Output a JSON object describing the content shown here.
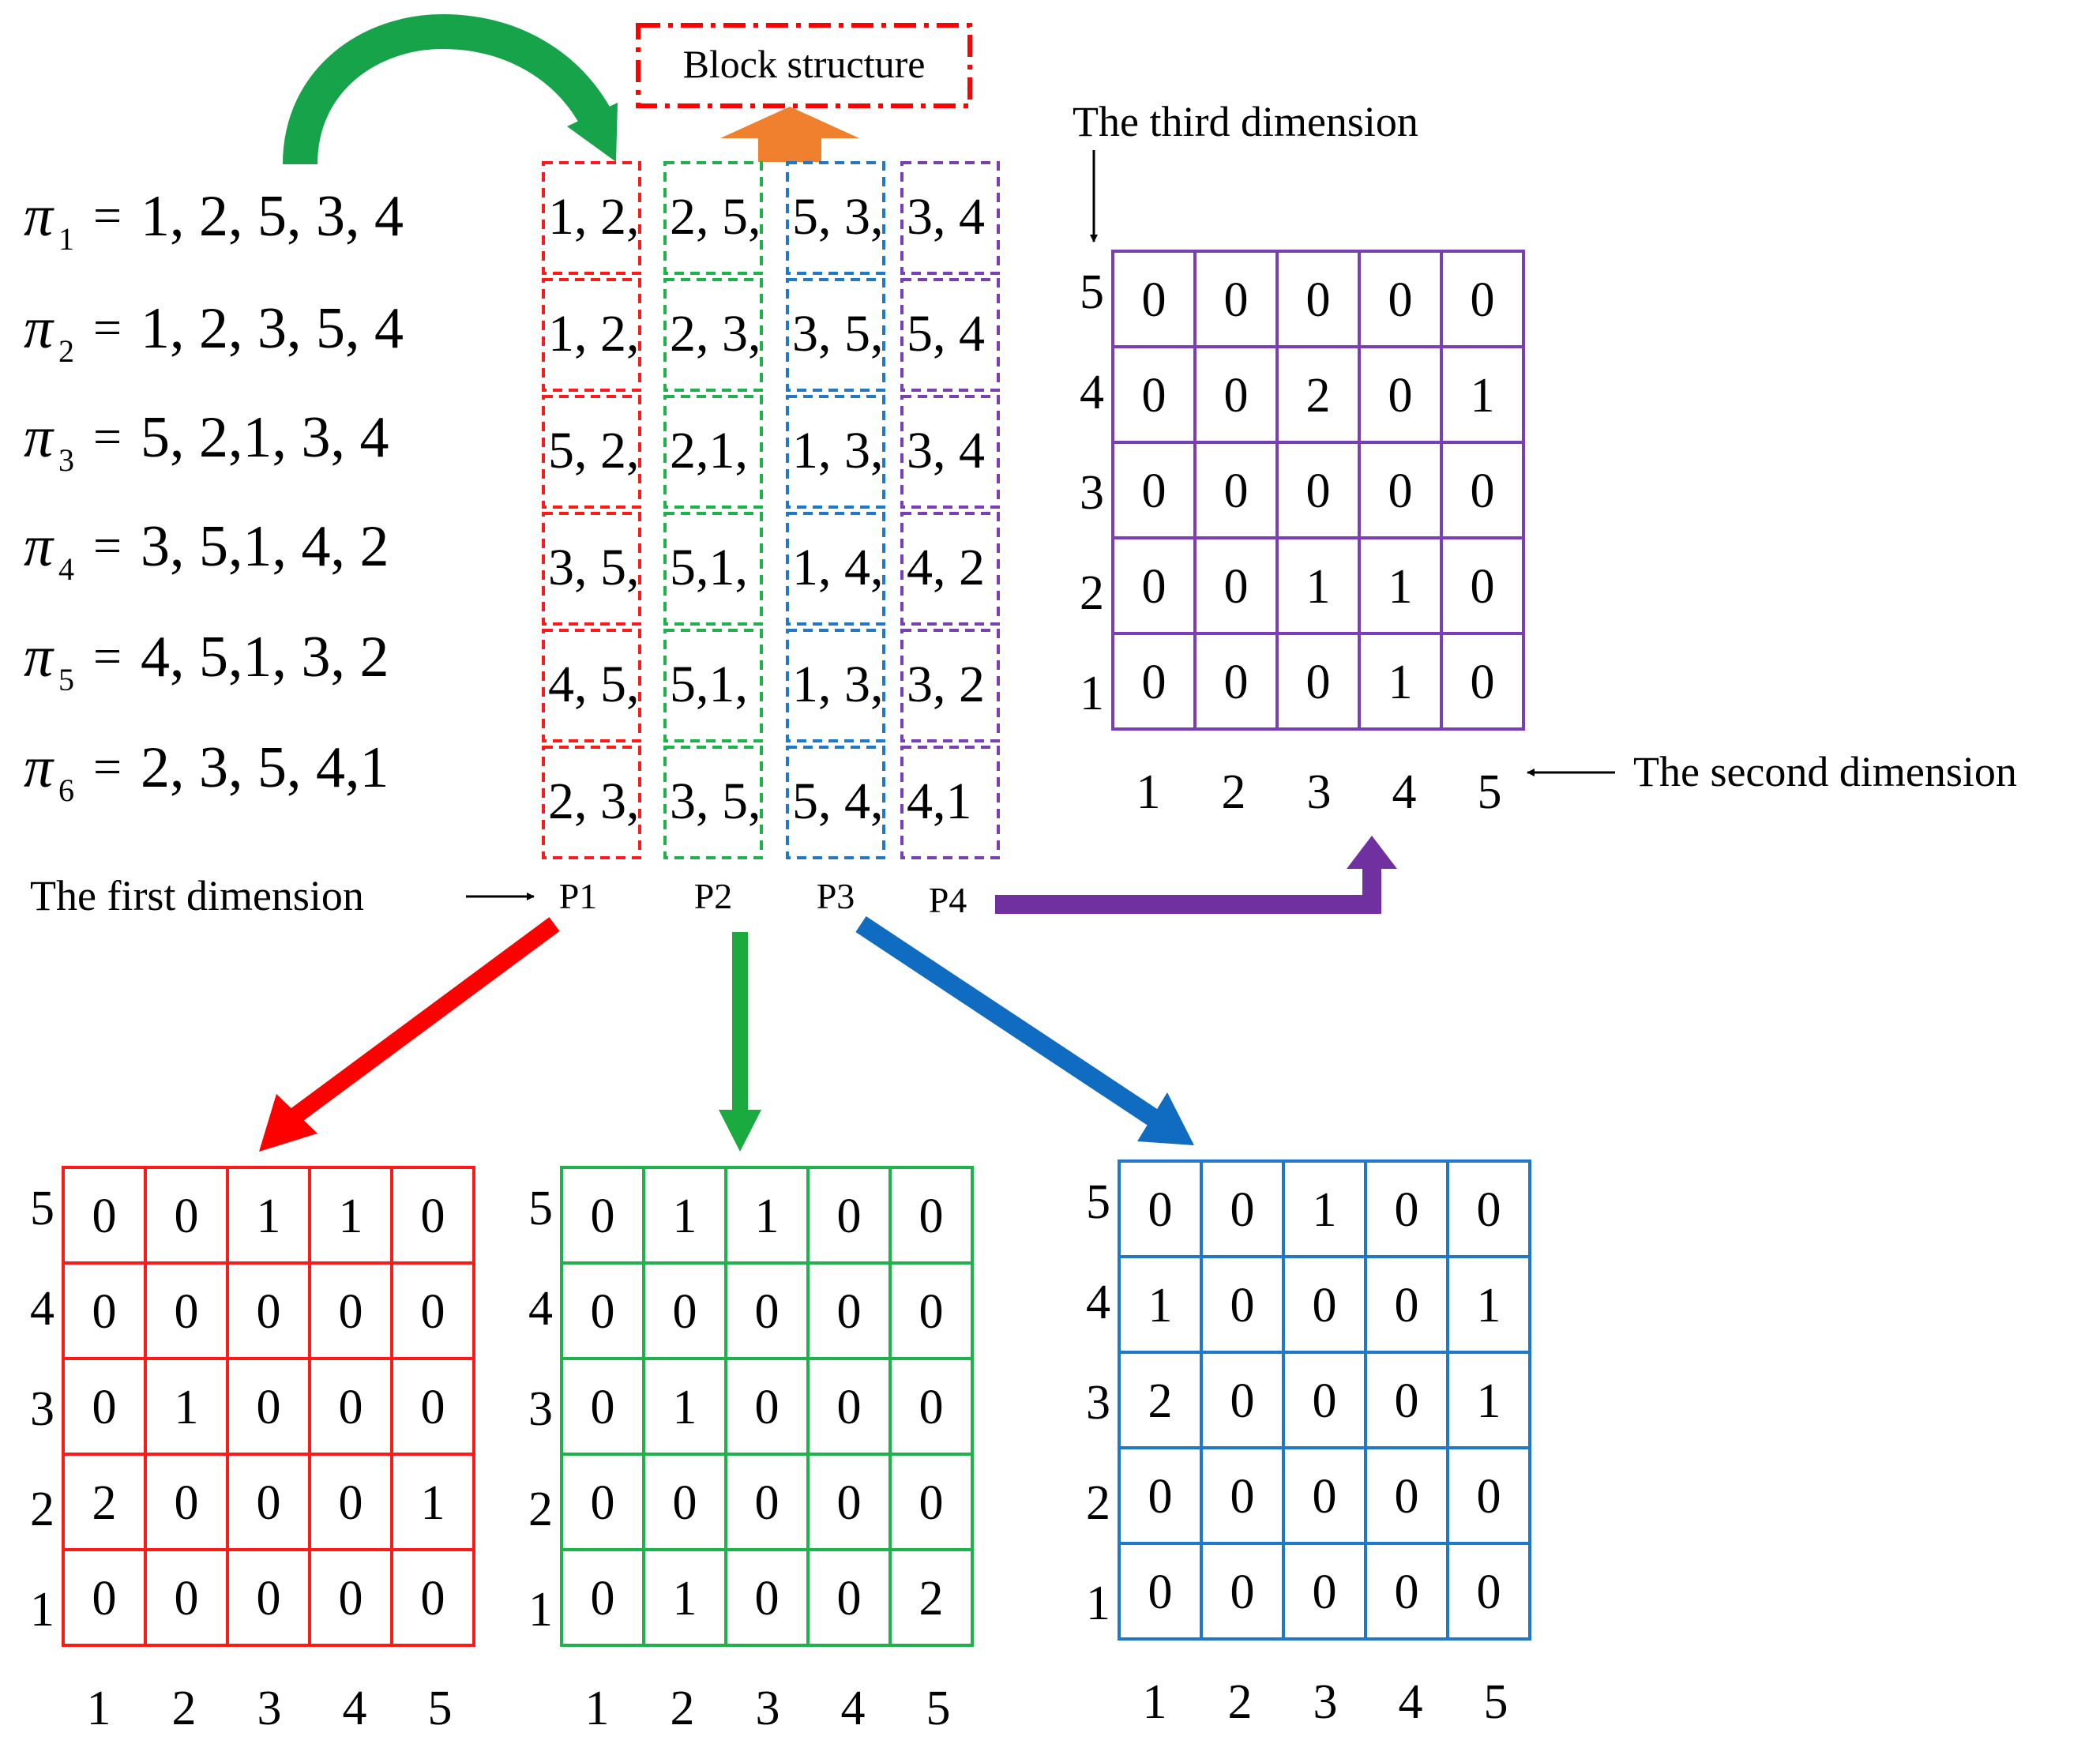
{
  "block_structure_label": "Block structure",
  "third_dimension_label": "The third dimension",
  "second_dimension_label": "The second dimension",
  "first_dimension_label": "The first dimension",
  "permutations": [
    {
      "symbol": "π",
      "index": "1",
      "sequence": "1, 2, 5, 3, 4"
    },
    {
      "symbol": "π",
      "index": "2",
      "sequence": "1, 2, 3, 5, 4"
    },
    {
      "symbol": "π",
      "index": "3",
      "sequence": "5, 2,1, 3, 4"
    },
    {
      "symbol": "π",
      "index": "4",
      "sequence": "3, 5,1, 4, 2"
    },
    {
      "symbol": "π",
      "index": "5",
      "sequence": "4, 5,1, 3, 2"
    },
    {
      "symbol": "π",
      "index": "6",
      "sequence": "2, 3, 5, 4,1"
    }
  ],
  "blocks": [
    {
      "name": "P1",
      "color": "#ff1a1a",
      "cells": [
        "1, 2,",
        "1, 2,",
        "5, 2,",
        "3, 5,",
        "4, 5,",
        "2, 3,"
      ]
    },
    {
      "name": "P2",
      "color": "#1db34a",
      "cells": [
        "2, 5,",
        "2, 3,",
        "2,1,",
        "5,1,",
        "5,1,",
        "3, 5,"
      ]
    },
    {
      "name": "P3",
      "color": "#1f78c8",
      "cells": [
        "5, 3,",
        "3, 5,",
        "1, 3,",
        "1, 4,",
        "1, 3,",
        "5, 4,"
      ]
    },
    {
      "name": "P4",
      "color": "#7b3fb5",
      "cells": [
        "3, 4",
        "5, 4",
        "3, 4",
        "4, 2",
        "3, 2",
        "4,1"
      ]
    }
  ],
  "arrow_colors": {
    "green_curve": "#16a34a",
    "orange": "#f07f2e",
    "red": "#ff0000",
    "green": "#1aaa40",
    "blue": "#0f6cc0",
    "purple": "#7030a0"
  },
  "matrices": [
    {
      "id": "P1",
      "color": "#ff1a1a",
      "row_labels": [
        "5",
        "4",
        "3",
        "2",
        "1"
      ],
      "col_labels": [
        "1",
        "2",
        "3",
        "4",
        "5"
      ],
      "rows": [
        [
          "0",
          "0",
          "1",
          "1",
          "0"
        ],
        [
          "0",
          "0",
          "0",
          "0",
          "0"
        ],
        [
          "0",
          "1",
          "0",
          "0",
          "0"
        ],
        [
          "2",
          "0",
          "0",
          "0",
          "1"
        ],
        [
          "0",
          "0",
          "0",
          "0",
          "0"
        ]
      ]
    },
    {
      "id": "P2",
      "color": "#1db34a",
      "row_labels": [
        "5",
        "4",
        "3",
        "2",
        "1"
      ],
      "col_labels": [
        "1",
        "2",
        "3",
        "4",
        "5"
      ],
      "rows": [
        [
          "0",
          "1",
          "1",
          "0",
          "0"
        ],
        [
          "0",
          "0",
          "0",
          "0",
          "0"
        ],
        [
          "0",
          "1",
          "0",
          "0",
          "0"
        ],
        [
          "0",
          "0",
          "0",
          "0",
          "0"
        ],
        [
          "0",
          "1",
          "0",
          "0",
          "2"
        ]
      ]
    },
    {
      "id": "P3",
      "color": "#1f78c8",
      "row_labels": [
        "5",
        "4",
        "3",
        "2",
        "1"
      ],
      "col_labels": [
        "1",
        "2",
        "3",
        "4",
        "5"
      ],
      "rows": [
        [
          "0",
          "0",
          "1",
          "0",
          "0"
        ],
        [
          "1",
          "0",
          "0",
          "0",
          "1"
        ],
        [
          "2",
          "0",
          "0",
          "0",
          "1"
        ],
        [
          "0",
          "0",
          "0",
          "0",
          "0"
        ],
        [
          "0",
          "0",
          "0",
          "0",
          "0"
        ]
      ]
    },
    {
      "id": "P4",
      "color": "#7b3fb5",
      "row_labels": [
        "5",
        "4",
        "3",
        "2",
        "1"
      ],
      "col_labels": [
        "1",
        "2",
        "3",
        "4",
        "5"
      ],
      "rows": [
        [
          "0",
          "0",
          "0",
          "0",
          "0"
        ],
        [
          "0",
          "0",
          "2",
          "0",
          "1"
        ],
        [
          "0",
          "0",
          "0",
          "0",
          "0"
        ],
        [
          "0",
          "0",
          "1",
          "1",
          "0"
        ],
        [
          "0",
          "0",
          "0",
          "1",
          "0"
        ]
      ]
    }
  ]
}
